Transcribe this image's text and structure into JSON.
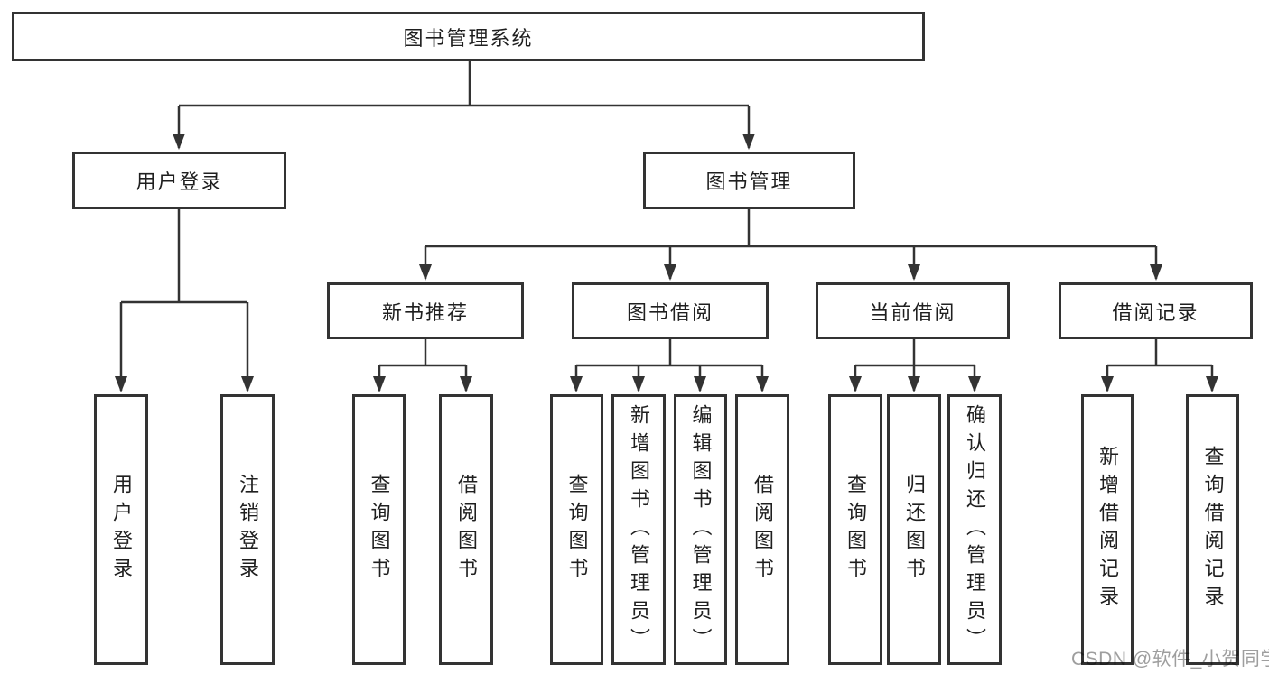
{
  "colors": {
    "line": "#333333",
    "border": "#333333",
    "text": "#1f1f1f",
    "watermark_text_color": "#9e9e9e",
    "background": "#ffffff"
  },
  "nodes": {
    "root": "图书管理系统",
    "level2": [
      "用户登录",
      "图书管理"
    ],
    "level3": [
      "新书推荐",
      "图书借阅",
      "当前借阅",
      "借阅记录"
    ],
    "leaves": [
      "用户登录",
      "注销登录",
      "查询图书",
      "借阅图书",
      "查询图书",
      "新增图书（管理员）",
      "编辑图书（管理员）",
      "借阅图书",
      "查询图书",
      "归还图书",
      "确认归还（管理员）",
      "新增借阅记录",
      "查询借阅记录"
    ]
  },
  "hierarchy": {
    "图书管理系统": [
      "用户登录",
      "图书管理"
    ],
    "用户登录": [
      "用户登录",
      "注销登录"
    ],
    "图书管理": [
      "新书推荐",
      "图书借阅",
      "当前借阅",
      "借阅记录"
    ],
    "新书推荐": [
      "查询图书",
      "借阅图书"
    ],
    "图书借阅": [
      "查询图书",
      "新增图书（管理员）",
      "编辑图书（管理员）",
      "借阅图书"
    ],
    "当前借阅": [
      "查询图书",
      "归还图书",
      "确认归还（管理员）"
    ],
    "借阅记录": [
      "新增借阅记录",
      "查询借阅记录"
    ]
  },
  "watermark": {
    "text": "CSDN @软件_小贺同学"
  }
}
